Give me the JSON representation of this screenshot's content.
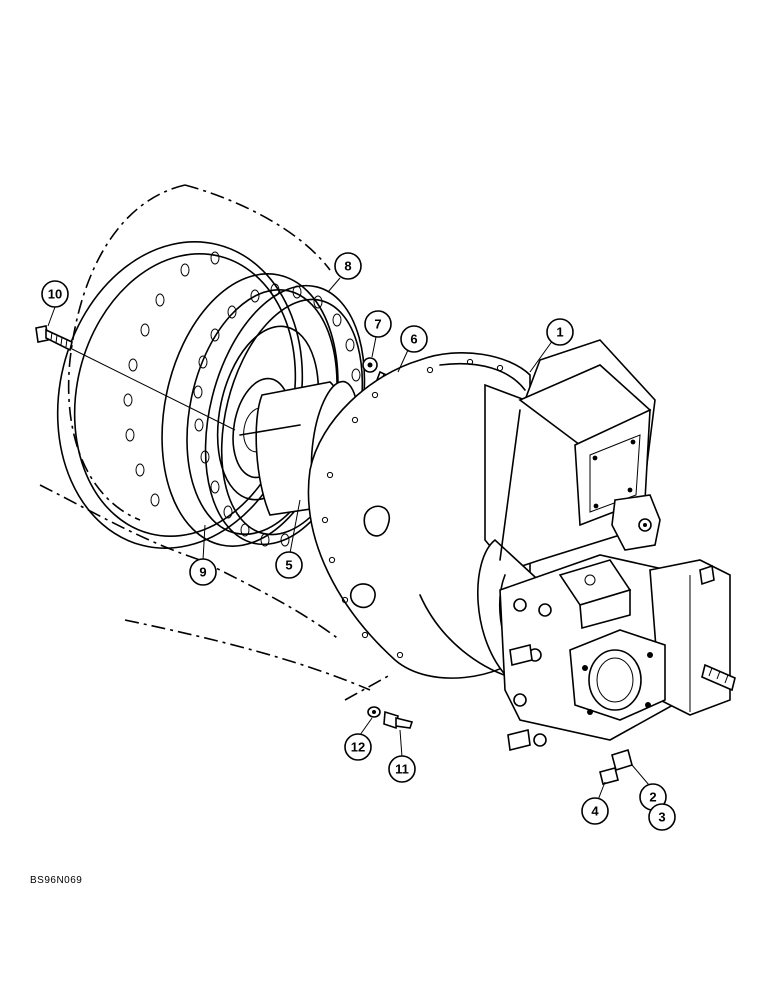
{
  "diagram": {
    "reference_code": "BS96N069",
    "callouts": [
      {
        "id": "1",
        "label": "1"
      },
      {
        "id": "2",
        "label": "2"
      },
      {
        "id": "3",
        "label": "3"
      },
      {
        "id": "4",
        "label": "4"
      },
      {
        "id": "5",
        "label": "5"
      },
      {
        "id": "6",
        "label": "6"
      },
      {
        "id": "7",
        "label": "7"
      },
      {
        "id": "8",
        "label": "8"
      },
      {
        "id": "9",
        "label": "9"
      },
      {
        "id": "10",
        "label": "10"
      },
      {
        "id": "11",
        "label": "11"
      },
      {
        "id": "12",
        "label": "12"
      }
    ]
  }
}
